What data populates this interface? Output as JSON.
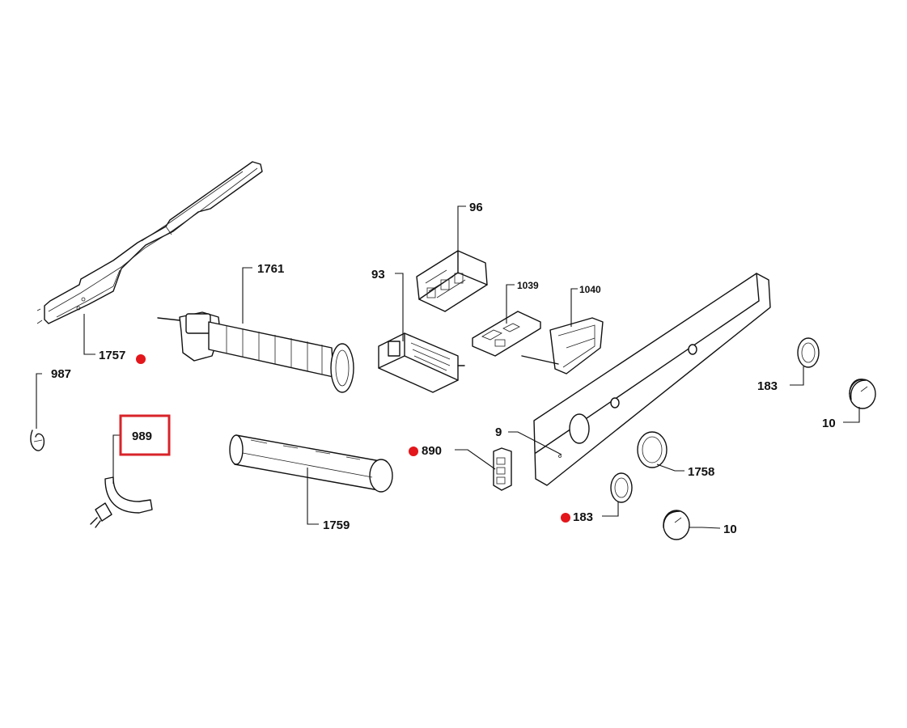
{
  "callouts": [
    {
      "id": "c96",
      "label": "96",
      "spare": false
    },
    {
      "id": "c1761",
      "label": "1761",
      "spare": false
    },
    {
      "id": "c93",
      "label": "93",
      "spare": false
    },
    {
      "id": "c1039",
      "label": "1039",
      "spare": false
    },
    {
      "id": "c1040",
      "label": "1040",
      "spare": false
    },
    {
      "id": "c1757",
      "label": "1757",
      "spare": true
    },
    {
      "id": "c987",
      "label": "987",
      "spare": false
    },
    {
      "id": "c989",
      "label": "989",
      "spare": false,
      "highlighted": true
    },
    {
      "id": "c890",
      "label": "890",
      "spare": true
    },
    {
      "id": "c9",
      "label": "9",
      "spare": false
    },
    {
      "id": "c183a",
      "label": "183",
      "spare": false
    },
    {
      "id": "c10a",
      "label": "10",
      "spare": false
    },
    {
      "id": "c1758",
      "label": "1758",
      "spare": false
    },
    {
      "id": "c183b",
      "label": "183",
      "spare": true
    },
    {
      "id": "c10b",
      "label": "10",
      "spare": false
    },
    {
      "id": "c1759",
      "label": "1759",
      "spare": false
    }
  ],
  "colors": {
    "line": "#111111",
    "spare_marker": "#e3161b",
    "highlight": "#d8232a",
    "background": "#ffffff"
  }
}
